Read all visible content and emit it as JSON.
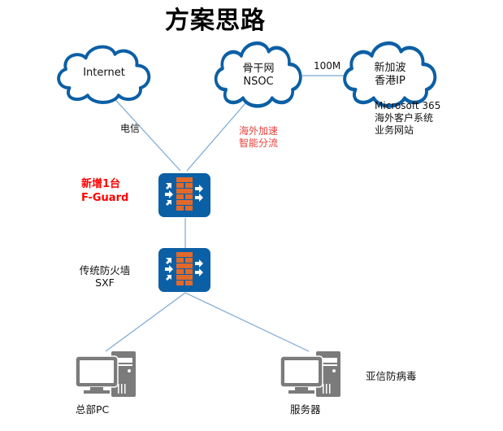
{
  "title": "方案思路",
  "colors": {
    "cloud_stroke": "#0b5fa5",
    "link_line": "#7aa8d4",
    "firewall_bg": "#0b5fa5",
    "firewall_brick": "#e2692a",
    "computer_gray": "#7b7b7b",
    "highlight_red": "#ff0000",
    "annotation_red": "#e8413c"
  },
  "nodes": {
    "internet": {
      "label": "Internet",
      "type": "cloud"
    },
    "backbone": {
      "line1": "骨干网",
      "line2": "NSOC",
      "type": "cloud"
    },
    "overseas": {
      "line1": "新加波",
      "line2": "香港IP",
      "type": "cloud"
    },
    "fguard": {
      "line1": "新增1台",
      "line2": "F-Guard",
      "type": "firewall"
    },
    "sxf": {
      "line1": "传统防火墙",
      "line2": "SXF",
      "type": "firewall"
    },
    "hq_pc": {
      "label": "总部PC",
      "type": "computer"
    },
    "server": {
      "label": "服务器",
      "type": "computer"
    }
  },
  "links": {
    "backbone_to_overseas": "100M",
    "internet_to_fguard": "电信",
    "backbone_to_fguard_line1": "海外加速",
    "backbone_to_fguard_line2": "智能分流"
  },
  "annotations": {
    "overseas_services": [
      "Microsoft 365",
      "海外客户系统",
      "业务网站"
    ],
    "server_note": "亚信防病毒"
  }
}
